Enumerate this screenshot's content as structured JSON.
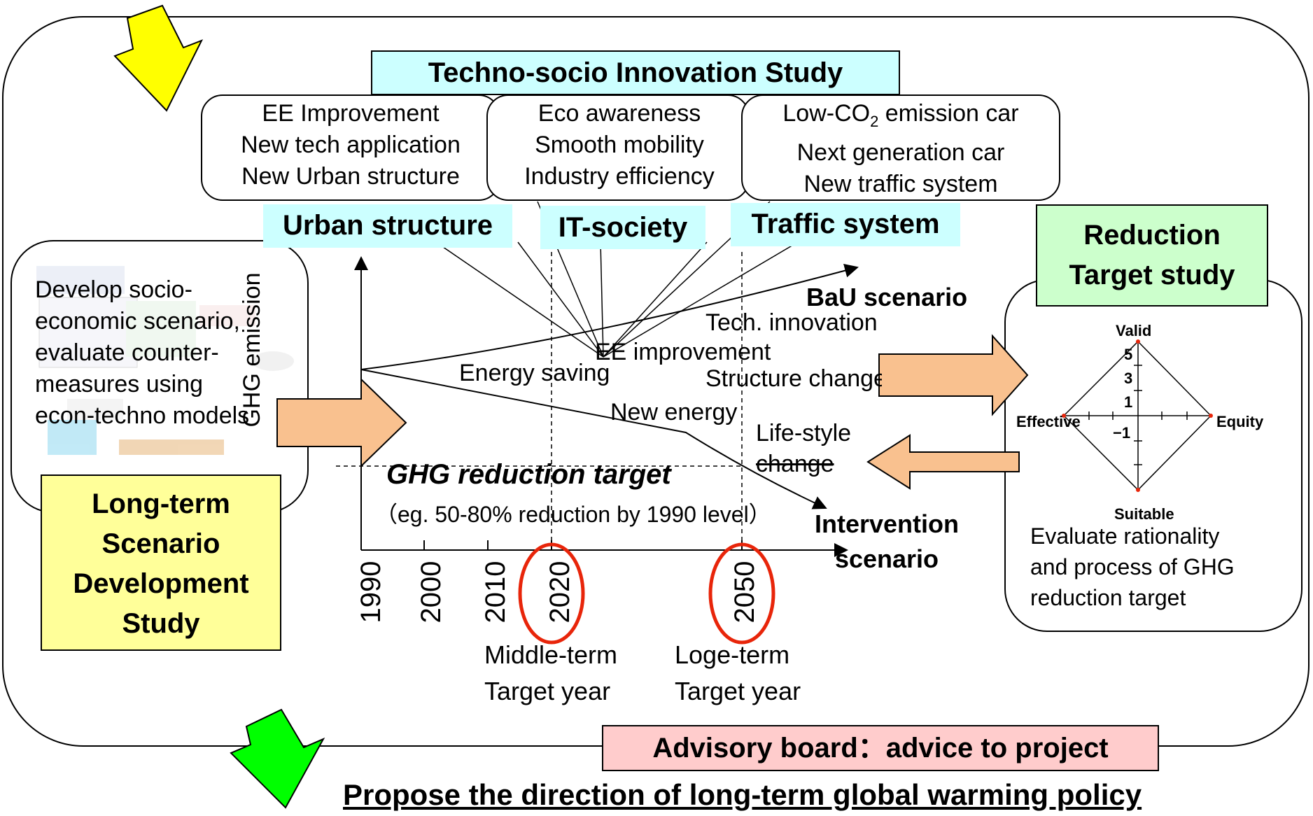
{
  "techno_socio": {
    "title": "Techno-socio Innovation Study",
    "col1": [
      "EE Improvement",
      "New tech application",
      "New Urban structure"
    ],
    "col2": [
      "Eco awareness",
      "Smooth mobility",
      "Industry efficiency"
    ],
    "col3_line1_pre": "Low-CO",
    "col3_line1_sub": "2",
    "col3_line1_post": " emission car",
    "col3": [
      "Next generation car",
      "New traffic system"
    ],
    "tags": [
      "Urban structure",
      "IT-society",
      "Traffic system"
    ]
  },
  "long_term": {
    "description": [
      "Develop socio-",
      "economic scenario,",
      "evaluate counter-",
      "measures using",
      "econ-techno models"
    ],
    "title": [
      "Long-term",
      "Scenario",
      "Development",
      "Study"
    ]
  },
  "chart": {
    "y_label": "GHG emission",
    "bau_label": "BaU scenario",
    "measures": [
      "Tech. innovation",
      "EE improvement",
      "Energy saving",
      "Structure change",
      "New energy",
      "Life-style",
      "change"
    ],
    "target_title": "GHG reduction target",
    "target_note": "（eg. 50-80% reduction by 1990 level）",
    "intervention_label": [
      "Intervention",
      "scenario"
    ],
    "years": [
      "1990",
      "2000",
      "2010",
      "2020",
      "2050"
    ],
    "middle_term": [
      "Middle-term",
      "Target year"
    ],
    "long_term": [
      "Loge-term",
      "Target year"
    ]
  },
  "reduction": {
    "title": [
      "Reduction",
      "Target study"
    ],
    "radar_labels": {
      "top": "Valid",
      "left": "Effective",
      "right": "Equity",
      "bottom": "Suitable"
    },
    "radar_ticks": [
      "5",
      "3",
      "1",
      "−1"
    ],
    "description": [
      "Evaluate rationality",
      "and process of GHG",
      "reduction target"
    ]
  },
  "advisory": "Advisory board：advice to project",
  "footer": "Propose the direction of long-term global warming policy",
  "colors": {
    "cyan": "#ccffff",
    "yellow_box": "#ffff99",
    "green_box": "#ccffcc",
    "pink_box": "#ffcccc",
    "arrow_peach": "#f9c18f",
    "arrow_yellow": "#ffff00",
    "arrow_green": "#00ff00",
    "circle_red": "#e8250a"
  }
}
